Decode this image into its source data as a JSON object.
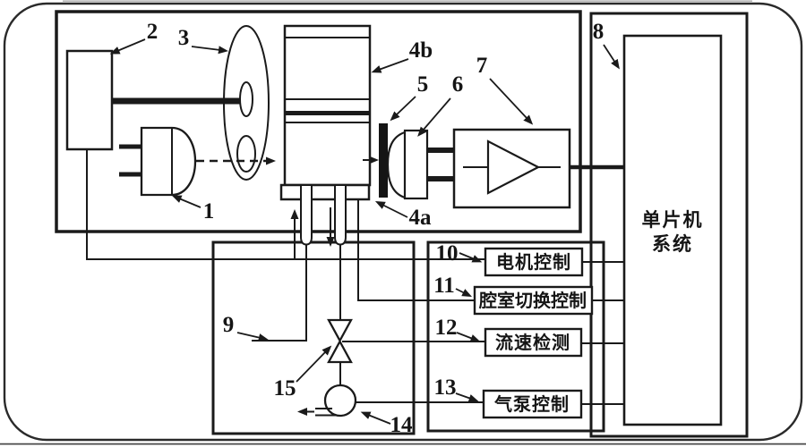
{
  "figure": {
    "description": "Patent-style schematic diagram of a gas measurement instrument with single-chip microcomputer system",
    "ink_color": "#1a1a1a",
    "paper_color": "#ffffff",
    "component_labels": {
      "n1": "1",
      "n2": "2",
      "n3": "3",
      "n4a": "4a",
      "n4b": "4b",
      "n5": "5",
      "n6": "6",
      "n7": "7",
      "n8": "8",
      "n9": "9",
      "n10": "10",
      "n11": "11",
      "n12": "12",
      "n13": "13",
      "n14": "14",
      "n15": "15"
    },
    "blocks": {
      "mcu_line1": "单片机",
      "mcu_line2": "系统",
      "motor_control": "电机控制",
      "chamber_switch_control": "腔室切换控制",
      "flow_rate_detection": "流速检测",
      "air_pump_control": "气泵控制"
    }
  }
}
